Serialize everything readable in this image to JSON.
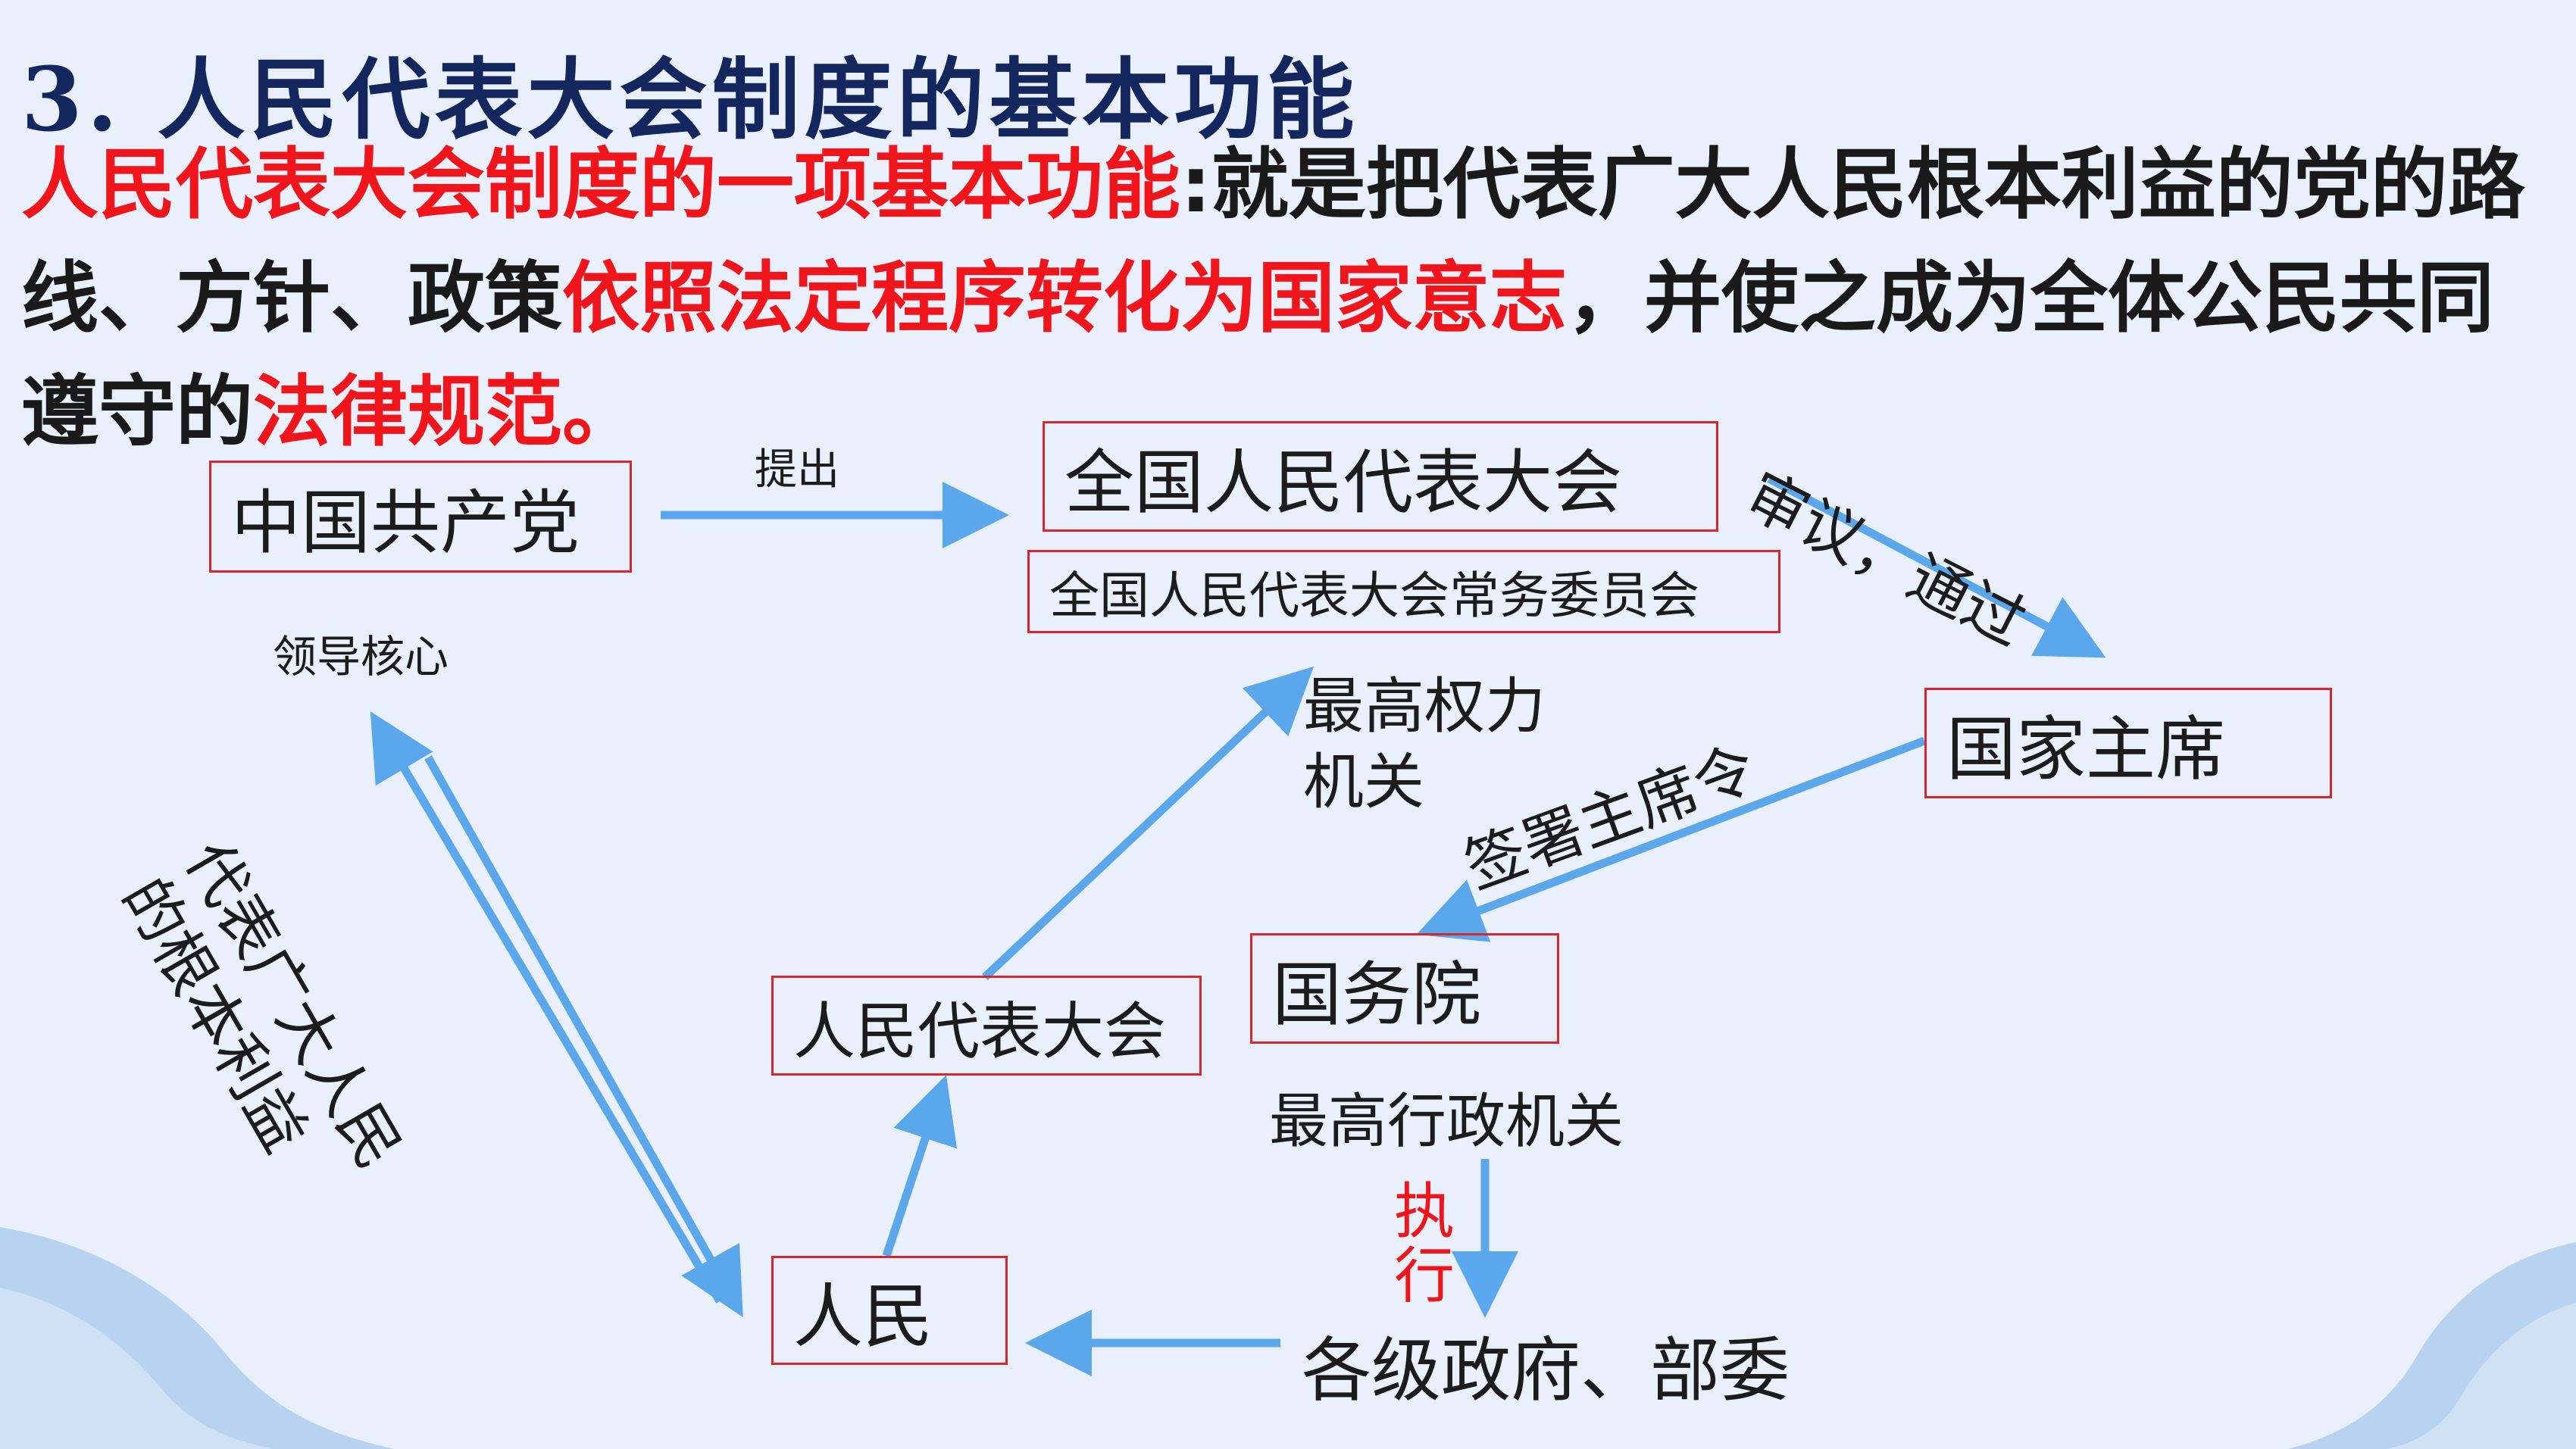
{
  "title": "3. 人民代表大会制度的基本功能",
  "intro": {
    "p1_red": "人民代表大会制度的一项基本功能",
    "p2": ":就是把代表广大人民根本利益的党的路线、方针、政策",
    "p3_red": "依照法定程序转化为国家意志",
    "p4": "，并使之成为全体公民共同遵守的",
    "p5_red": "法律规范。"
  },
  "diagram": {
    "nodes": {
      "ccp": "中国共产党",
      "npc": "全国人民代表大会",
      "npcsc": "全国人民代表大会常务委员会",
      "president": "国家主席",
      "state_council": "国务院",
      "peoples_congress": "人民代表大会",
      "people": "人民",
      "governments": "各级政府、部委"
    },
    "labels": {
      "propose": "提出",
      "review": "审议，通过",
      "sign": "签署主席令",
      "core": "领导核心",
      "represent": "代表广大人民的根本利益",
      "supreme_power_1": "最高权力",
      "supreme_power_2": "机关",
      "supreme_admin": "最高行政机关",
      "execute_1": "执",
      "execute_2": "行"
    },
    "colors": {
      "arrow": "#5aa7ec",
      "box_border": "#d7262c",
      "highlight": "#f0141b"
    }
  }
}
